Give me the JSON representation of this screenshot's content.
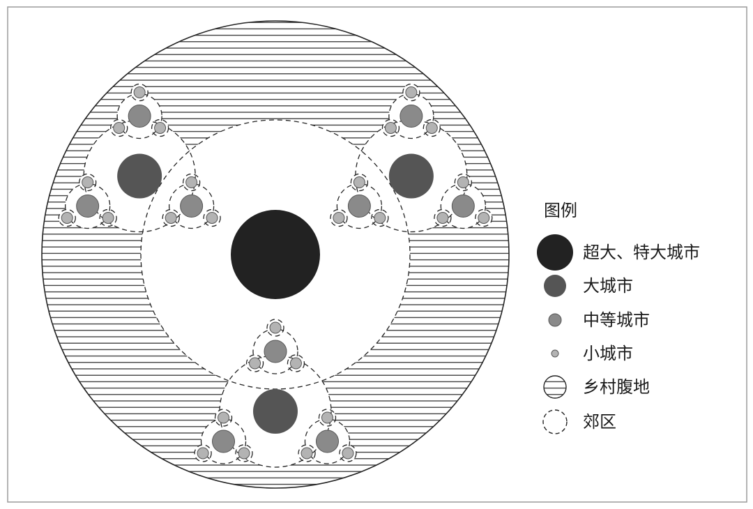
{
  "legend": {
    "title": "图例",
    "items": {
      "mega_city": "超大、特大城市",
      "large_city": "大城市",
      "medium_city": "中等城市",
      "small_city": "小城市",
      "rural_hinterland": "乡村腹地",
      "suburb": "郊区"
    }
  },
  "colors": {
    "mega_city": "#222222",
    "large_city": "#555555",
    "medium_city": "#8a8a8a",
    "small_city": "#b3b3b3",
    "hatch_line": "#333333",
    "outline": "#222222",
    "frame": "#9a9a9a"
  }
}
